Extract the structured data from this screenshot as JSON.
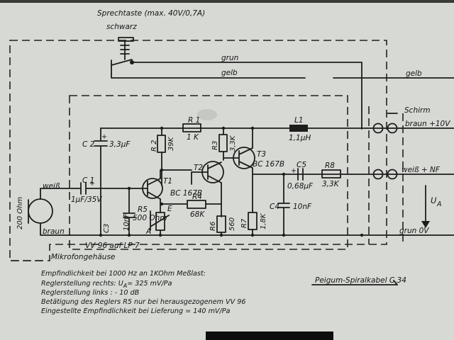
{
  "diagram": {
    "switch": {
      "title": "Sprechtaste (max. 40V/0,7A)",
      "color": "schwarz"
    },
    "wires": {
      "grun_top": "grun",
      "gelb_left": "gelb",
      "gelb_right": "gelb",
      "schirm": "Schirm",
      "braun_10v": "braun +10V",
      "weiss_nf": "weiß     + NF",
      "grun_0v": "grun     0V",
      "ua": "U",
      "ua_sub": "A"
    },
    "components": {
      "r1": {
        "name": "R 1",
        "value": "1 K"
      },
      "r2": {
        "name": "R 2",
        "value": "39K"
      },
      "r3": {
        "name": "R3",
        "value": "3,3K"
      },
      "r4": {
        "name": "R4",
        "value": "68K"
      },
      "r5": {
        "name": "R5",
        "value": "500 Ohm"
      },
      "r6": {
        "name": "R6",
        "value": "560"
      },
      "r7": {
        "name": "R7",
        "value": "1,8K"
      },
      "r8": {
        "name": "R8",
        "value": "3,3K"
      },
      "c1": {
        "name": "C 1",
        "value": "1µF/35V"
      },
      "c2": {
        "name": "C 2",
        "value": "3,3µF"
      },
      "c3": {
        "name": "C3",
        "value": "10nF"
      },
      "c4": {
        "name": "C4",
        "value": "10nF"
      },
      "c5": {
        "name": "C5",
        "value": "0,68µF"
      },
      "l1": {
        "name": "L1",
        "value": "1,1µH"
      },
      "t1": {
        "name": "T1",
        "type": "BC 167B"
      },
      "t2": {
        "name": "T2"
      },
      "t3": {
        "name": "T3",
        "type": "BC 167B"
      },
      "mic": {
        "value": "200 Ohm"
      },
      "mark_a": "A",
      "mark_e": "E",
      "weiss_left": "weiß",
      "braun_left": "braun"
    },
    "board_label": "VV 96 auf LP 7",
    "housing_label": "Mikrofongehäuse",
    "cable_label": "Peigum-Spiralkabel C 34",
    "notes": [
      "Empfindlichkeit bei 1000 Hz an 1KOhm Meßlast:",
      "Reglerstellung rechts:  U",
      "Reglerstellung links :   - 10 dB",
      "Betätigung des Reglers  R5 nur bei herausgezogenem VV 96",
      "Eingestellte  Empfindlichkeit bei Lieferung = 140 mV/Pa"
    ],
    "note_ua_sub": "A",
    "note_ua_tail": "= 325 mV/Pa"
  }
}
